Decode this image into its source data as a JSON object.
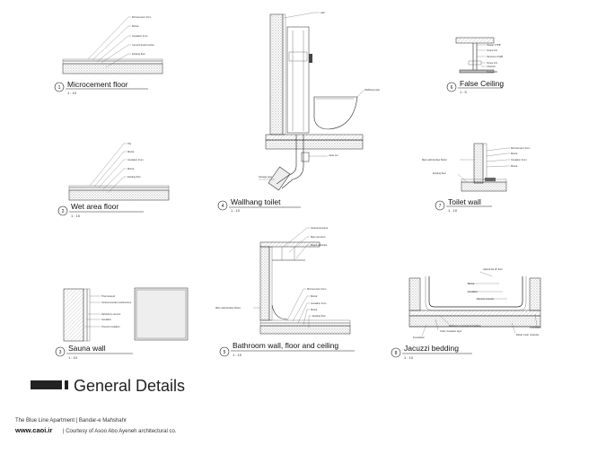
{
  "sheet_title": "General Details",
  "footer": {
    "project": "The Blue Line Apartment | Bandar-e Mahshahr",
    "website": "www.caoi.ir",
    "credit": "| Courtesy of Asoo Abo Ayeneh architectural co."
  },
  "details": [
    {
      "num": "1",
      "title": "Microcement floor",
      "scale": "1 : 10",
      "labels": [
        "Microcement 2mm",
        "Mortar",
        "Insulation 4mm",
        "Cement board mortar",
        "Existing floor"
      ]
    },
    {
      "num": "2",
      "title": "Wet area floor",
      "scale": "1 : 10",
      "labels": [
        "Tile",
        "Mortar",
        "Insulation 4mm",
        "Mortar",
        "Existing floor"
      ]
    },
    {
      "num": "3",
      "title": "Sauna wall",
      "scale": "1 : 10",
      "labels": [
        "Thermowood",
        "Vertical wooden substructure",
        "Refractory cement",
        "Insulation",
        "Prevent insulation"
      ]
    },
    {
      "num": "4",
      "title": "Wallhang toilet",
      "scale": "1 : 10",
      "labels": [
        "wall",
        "Wallhang toilet",
        "clean out",
        "Sewage pipe"
      ]
    },
    {
      "num": "5",
      "title": "Bathroom wall, floor and ceiling",
      "scale": "1 : 10",
      "labels": [
        "Vertical structure",
        "Main structure",
        "Board substrate",
        "Main wall (Hollow block)",
        "Microcement 2mm",
        "Mortar",
        "Insulation 4mm",
        "Mortar",
        "Existing floor"
      ]
    },
    {
      "num": "6",
      "title": "False Ceiling",
      "scale": "1 : 5",
      "labels": [
        "Plaster FTPB",
        "Screw L/S",
        "Structure U/S/B",
        "Screw L/S",
        "Channel",
        "Screw L/S"
      ]
    },
    {
      "num": "7",
      "title": "Toilet wall",
      "scale": "1 : 10",
      "labels": [
        "Microcement 2mm",
        "Mortar",
        "Insulation 4mm",
        "Mortar",
        "Main wall (Hollow block)",
        "Existing floor"
      ]
    },
    {
      "num": "8",
      "title": "Jacuzzi bedding",
      "scale": "1 : 10",
      "labels": [
        "Glazed tile 2F floor",
        "Mortar",
        "Insulation",
        "Cement mounds",
        "Bathroom concrete for bedding",
        "Outer insulation layer",
        "Foundation",
        "Foundation",
        "Rebar mesh networks"
      ]
    }
  ]
}
